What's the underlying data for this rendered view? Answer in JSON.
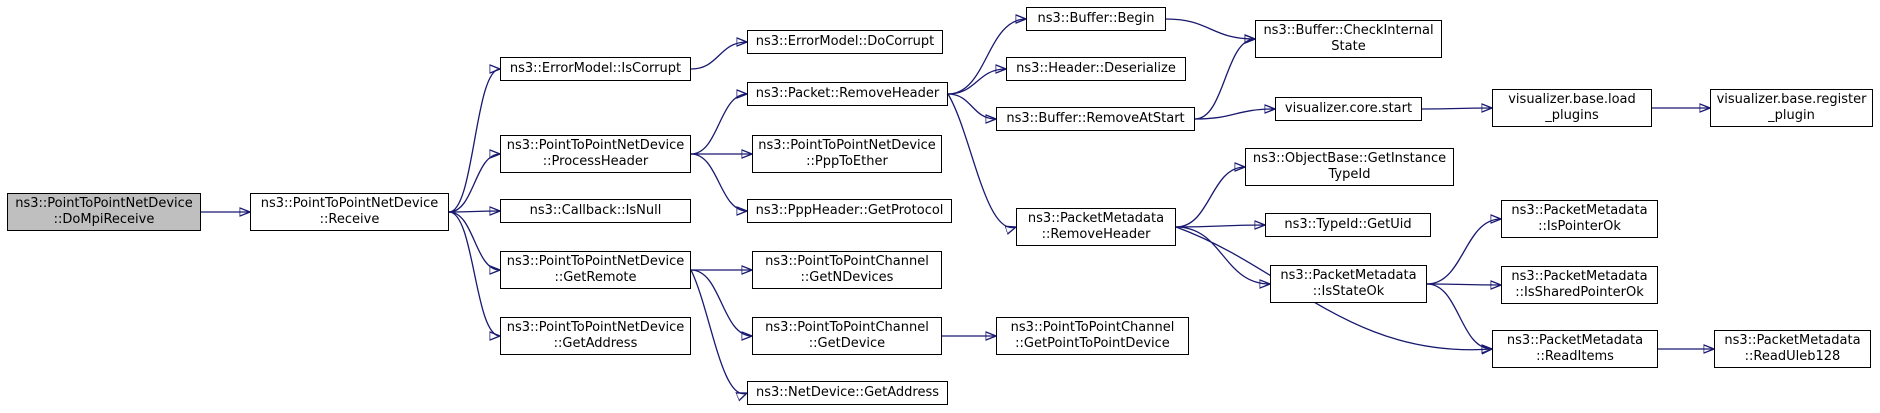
{
  "colors": {
    "edge": "#191970",
    "root_fill": "#bfbfbf",
    "node_fill": "#ffffff",
    "border": "#000000"
  },
  "nodes": {
    "root": "ns3::PointToPointNetDevice\n::DoMpiReceive",
    "receive": "ns3::PointToPointNetDevice\n::Receive",
    "iscorrupt": "ns3::ErrorModel::IsCorrupt",
    "docorrupt": "ns3::ErrorModel::DoCorrupt",
    "processheader": "ns3::PointToPointNetDevice\n::ProcessHeader",
    "isnull": "ns3::Callback::IsNull",
    "getremote": "ns3::PointToPointNetDevice\n::GetRemote",
    "getaddress_p2p": "ns3::PointToPointNetDevice\n::GetAddress",
    "packet_removeheader": "ns3::Packet::RemoveHeader",
    "ppptoether": "ns3::PointToPointNetDevice\n::PppToEther",
    "getprotocol": "ns3::PppHeader::GetProtocol",
    "getndevices": "ns3::PointToPointChannel\n::GetNDevices",
    "getdevice": "ns3::PointToPointChannel\n::GetDevice",
    "netdevice_getaddress": "ns3::NetDevice::GetAddress",
    "buffer_begin": "ns3::Buffer::Begin",
    "header_deserialize": "ns3::Header::Deserialize",
    "removeatstart": "ns3::Buffer::RemoveAtStart",
    "pm_removeheader": "ns3::PacketMetadata\n::RemoveHeader",
    "getpointtopointdevice": "ns3::PointToPointChannel\n::GetPointToPointDevice",
    "checkinternal": "ns3::Buffer::CheckInternal\nState",
    "core_start": "visualizer.core.start",
    "getinstancetypeid": "ns3::ObjectBase::GetInstance\nTypeId",
    "getuid": "ns3::TypeId::GetUid",
    "isstateok": "ns3::PacketMetadata\n::IsStateOk",
    "load_plugins": "visualizer.base.load\n_plugins",
    "register_plugin": "visualizer.base.register\n_plugin",
    "ispointerok": "ns3::PacketMetadata\n::IsPointerOk",
    "issharedpointerok": "ns3::PacketMetadata\n::IsSharedPointerOk",
    "readitems": "ns3::PacketMetadata\n::ReadItems",
    "readuleb128": "ns3::PacketMetadata\n::ReadUleb128"
  }
}
